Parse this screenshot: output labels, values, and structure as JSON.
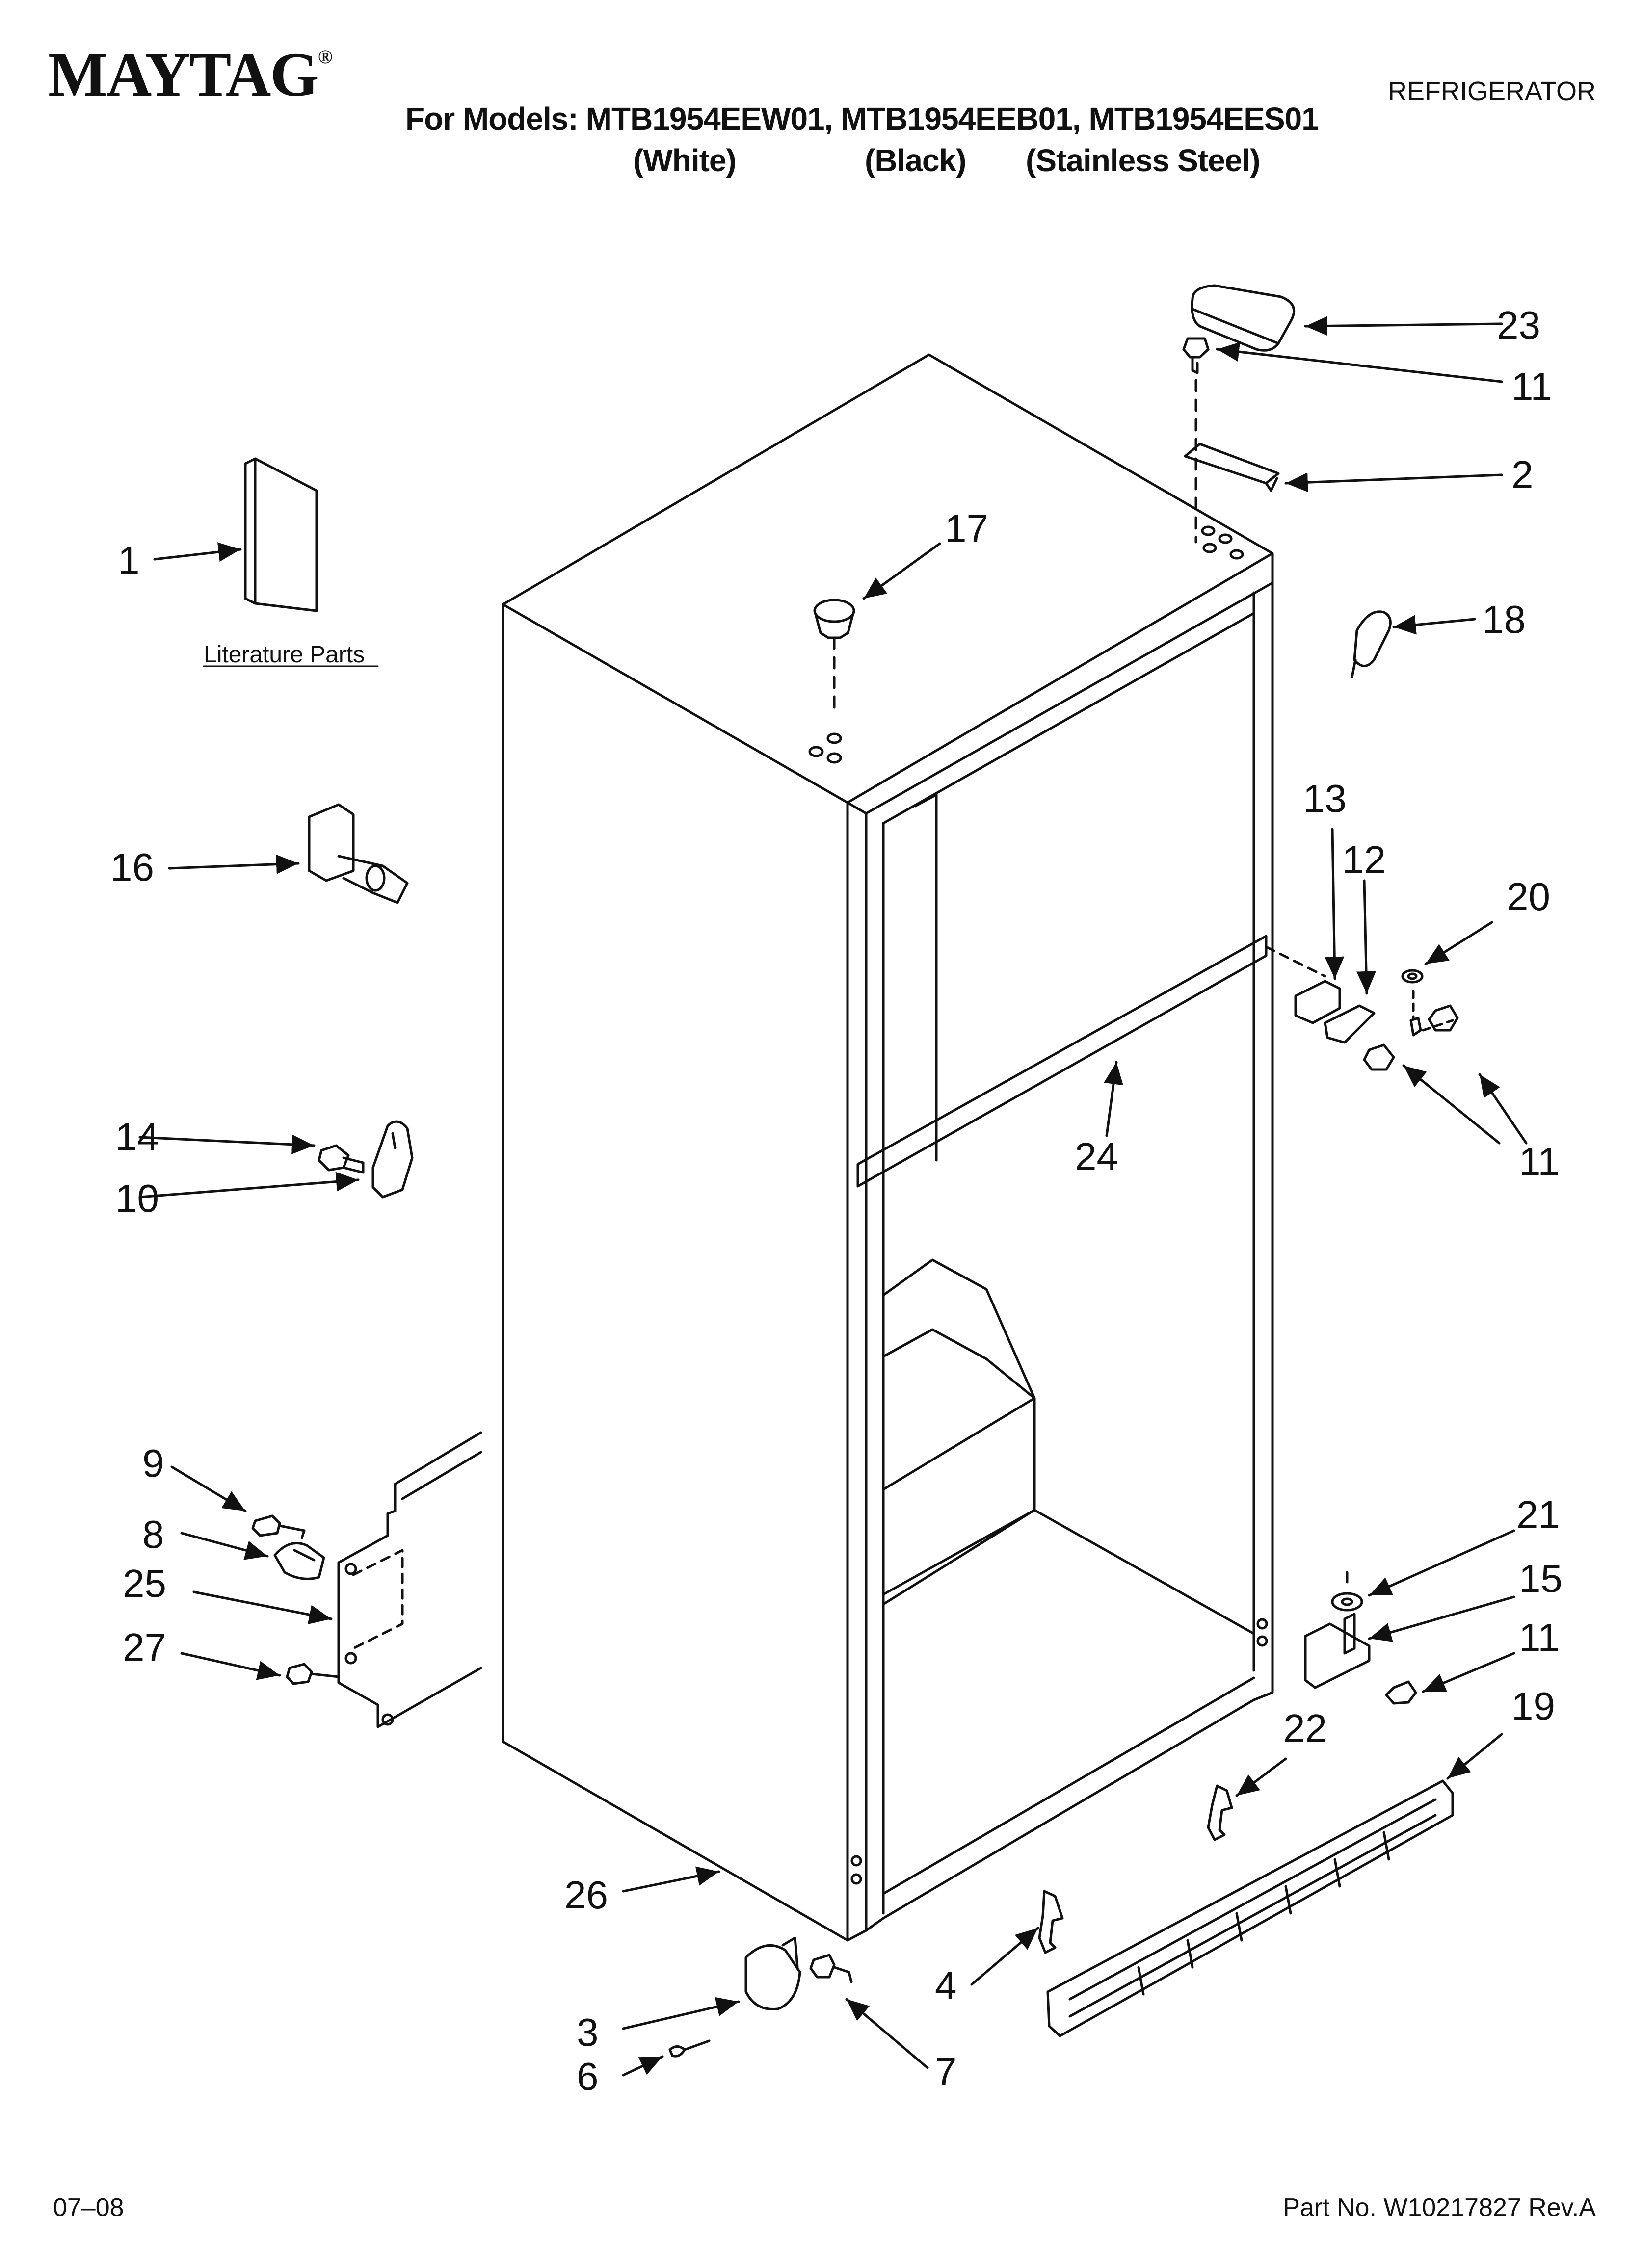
{
  "header": {
    "brand": "MAYTAG",
    "brand_mark": "®",
    "category": "REFRIGERATOR",
    "models_label": "For Models:",
    "models": "MTB1954EEW01, MTB1954EEB01, MTB1954EES01",
    "variants": [
      "(White)",
      "(Black)",
      "(Stainless Steel)"
    ]
  },
  "diagram": {
    "literature_label": "Literature Parts",
    "callouts": [
      "1",
      "2",
      "3",
      "4",
      "6",
      "7",
      "8",
      "9",
      "10",
      "11",
      "11",
      "11",
      "11",
      "12",
      "13",
      "14",
      "15",
      "16",
      "17",
      "18",
      "19",
      "20",
      "21",
      "22",
      "23",
      "24",
      "25",
      "26",
      "27"
    ]
  },
  "footer": {
    "date": "07–08",
    "part_no": "Part No. W10217827 Rev.A"
  }
}
